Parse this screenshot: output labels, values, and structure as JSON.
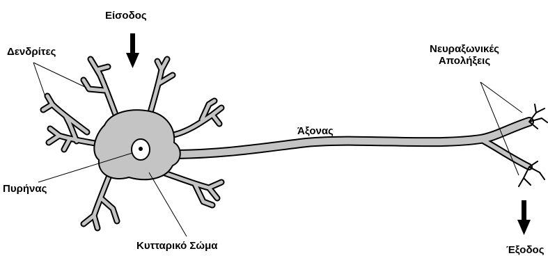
{
  "labels": {
    "input": "Είσοδος",
    "dendrites": "Δενδρίτες",
    "axon_terminals": "Νευραξωνικές\nΑπολήξεις",
    "axon": "Άξονας",
    "nucleus": "Πυρήνας",
    "cell_body": "Κυτταρικό Σώμα",
    "output": "Έξοδος"
  },
  "colors": {
    "cell_fill": "#c4c4c4",
    "outline": "#000000",
    "nucleus_fill": "#ffffff"
  }
}
